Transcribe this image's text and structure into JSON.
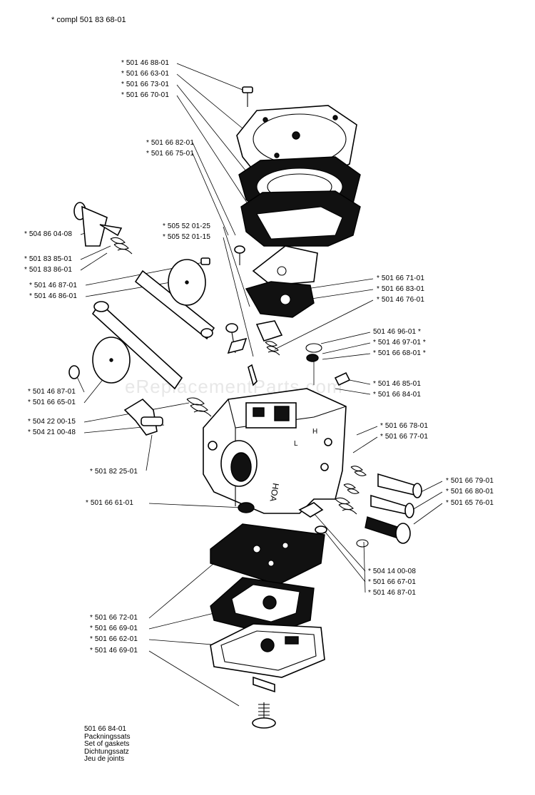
{
  "title": "* compl 501 83 68-01",
  "watermark": "eReplacementParts.com",
  "labels": [
    {
      "id": "l1",
      "text": "* 501 46 88-01"
    },
    {
      "id": "l2",
      "text": "* 501 66 63-01"
    },
    {
      "id": "l3",
      "text": "* 501 66 73-01"
    },
    {
      "id": "l4",
      "text": "* 501 66 70-01"
    },
    {
      "id": "l5",
      "text": "* 501 66 82-01"
    },
    {
      "id": "l6",
      "text": "* 501 66 75-01"
    },
    {
      "id": "l7",
      "text": "* 505 52 01-25"
    },
    {
      "id": "l8",
      "text": "* 505 52 01-15"
    },
    {
      "id": "l9",
      "text": "* 504 86 04-08"
    },
    {
      "id": "l10",
      "text": "* 501 83 85-01"
    },
    {
      "id": "l11",
      "text": "* 501 83 86-01"
    },
    {
      "id": "l12",
      "text": "* 501 46 87-01"
    },
    {
      "id": "l13",
      "text": "* 501 46 86-01"
    },
    {
      "id": "l14",
      "text": "* 501 66 71-01"
    },
    {
      "id": "l15",
      "text": "* 501 66  83-01"
    },
    {
      "id": "l16",
      "text": "* 501 46 76-01"
    },
    {
      "id": "l17",
      "text": "501 46 96-01  *"
    },
    {
      "id": "l18",
      "text": "* 501 46 97-01  *"
    },
    {
      "id": "l19",
      "text": "* 501 66 68-01  *"
    },
    {
      "id": "l20",
      "text": "* 501 46 85-01"
    },
    {
      "id": "l21",
      "text": "* 501 66 84-01"
    },
    {
      "id": "l22",
      "text": "* 501 46 87-01"
    },
    {
      "id": "l23",
      "text": "* 501 66 65-01"
    },
    {
      "id": "l24",
      "text": "* 504 22 00-15"
    },
    {
      "id": "l25",
      "text": "* 504 21 00-48"
    },
    {
      "id": "l26",
      "text": "* 501 66 78-01"
    },
    {
      "id": "l27",
      "text": "* 501 66 77-01"
    },
    {
      "id": "l28",
      "text": "* 501 82 25-01"
    },
    {
      "id": "l29",
      "text": "* 501 66 79-01"
    },
    {
      "id": "l30",
      "text": "* 501 66 80-01"
    },
    {
      "id": "l31",
      "text": "* 501 65 76-01"
    },
    {
      "id": "l32",
      "text": "* 501 66 61-01"
    },
    {
      "id": "l33",
      "text": "* 504 14 00-08"
    },
    {
      "id": "l34",
      "text": "* 501 66 67-01"
    },
    {
      "id": "l35",
      "text": "* 501 46 87-01"
    },
    {
      "id": "l36",
      "text": "* 501 66 72-01"
    },
    {
      "id": "l37",
      "text": "* 501 66 69-01"
    },
    {
      "id": "l38",
      "text": "* 501 66 62-01"
    },
    {
      "id": "l39",
      "text": "* 501 46 69-01"
    }
  ],
  "legend": {
    "part_number": "501 66 84-01",
    "line1": "Packningssats",
    "line2": "Set of gaskets",
    "line3": "Dichtungssatz",
    "line4": "Jeu de joints"
  },
  "body_marking": "HOA"
}
